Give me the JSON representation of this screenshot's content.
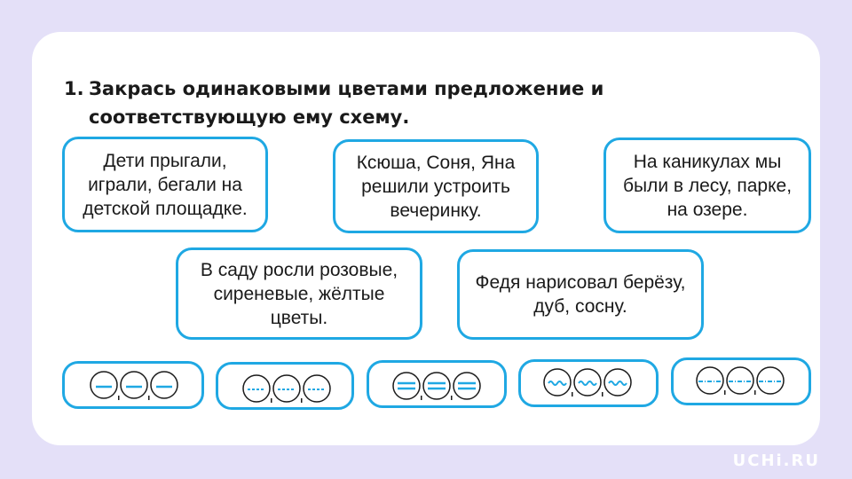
{
  "task": {
    "number": "1.",
    "text": "Закрась одинаковыми цветами предложение и соответствующую ему схему."
  },
  "sentences": [
    "Дети прыгали, играли, бегали на детской площадке.",
    "Ксюша, Соня, Яна решили устроить вечеринку.",
    "На каникулах мы были в лесу, парке, на озере.",
    "В саду росли розовые, сиреневые, жёлтые цветы.",
    "Федя нарисовал берёзу, дуб, сосну."
  ],
  "schemes": [
    {
      "type": "single-line",
      "icon": "subject-underline-icon"
    },
    {
      "type": "dashed-line",
      "icon": "object-underline-icon"
    },
    {
      "type": "double-line",
      "icon": "predicate-underline-icon"
    },
    {
      "type": "wavy-line",
      "icon": "attribute-underline-icon"
    },
    {
      "type": "dash-dot-line",
      "icon": "adverbial-underline-icon"
    }
  ],
  "logo": "UCHi.RU",
  "colors": {
    "background": "#e4e0f8",
    "card": "#ffffff",
    "accent": "#1fa8e3",
    "text": "#1a1a1a"
  }
}
